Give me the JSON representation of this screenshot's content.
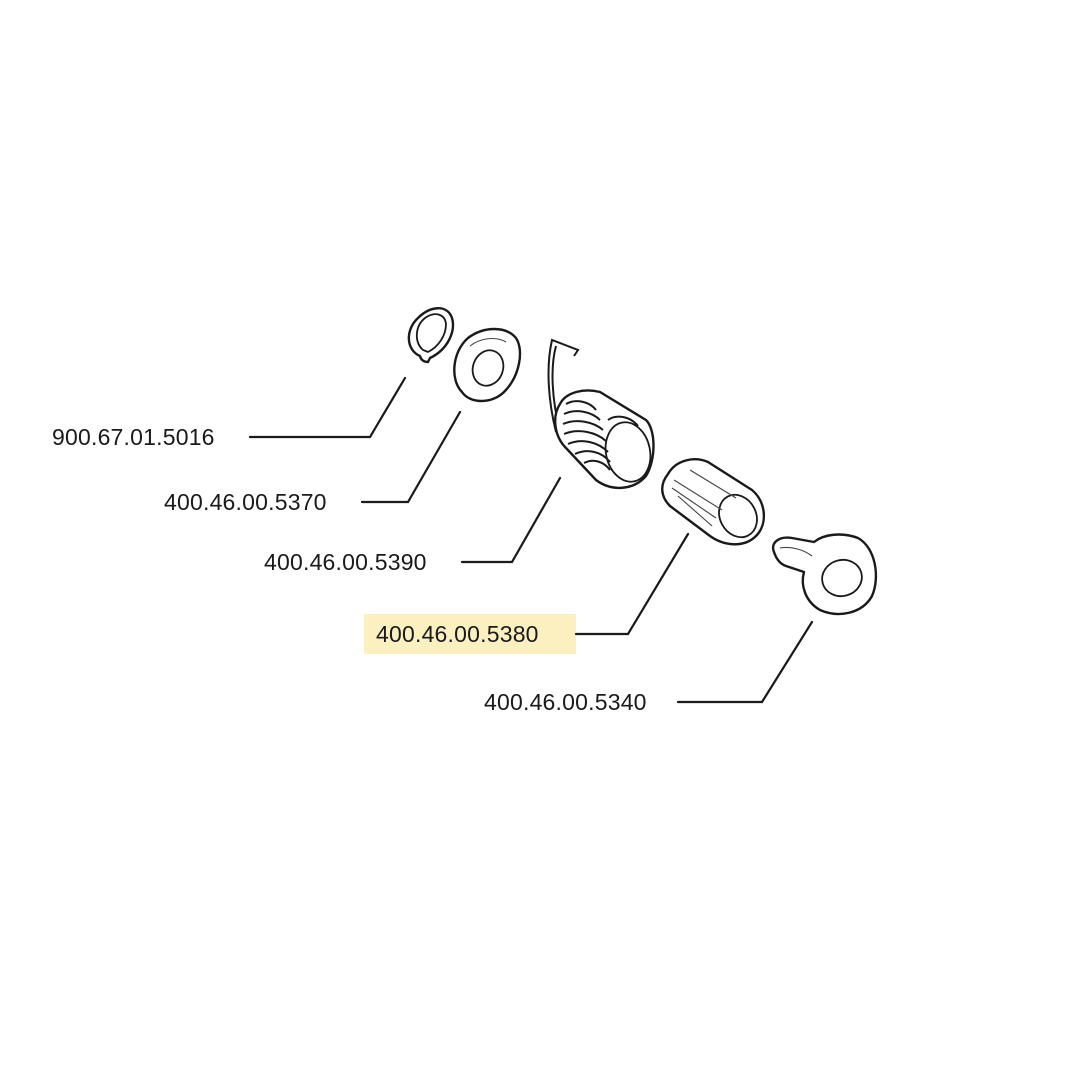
{
  "diagram": {
    "highlight_color": "#fcefc0",
    "parts": [
      {
        "id": "circlip",
        "part_number": "900.67.01.5016",
        "highlighted": false
      },
      {
        "id": "washer",
        "part_number": "400.46.00.5370",
        "highlighted": false
      },
      {
        "id": "spring",
        "part_number": "400.46.00.5390",
        "highlighted": false
      },
      {
        "id": "sleeve",
        "part_number": "400.46.00.5380",
        "highlighted": true
      },
      {
        "id": "lever",
        "part_number": "400.46.00.5340",
        "highlighted": false
      }
    ]
  }
}
